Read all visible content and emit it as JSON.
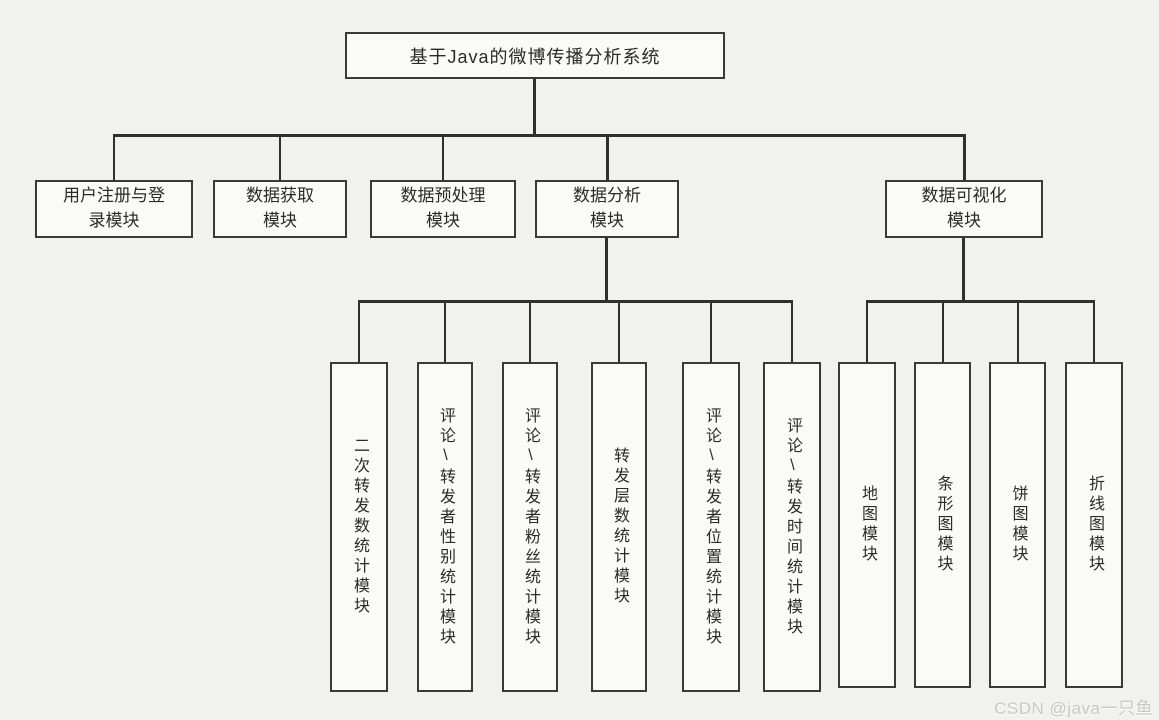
{
  "diagram": {
    "root": {
      "label": "基于Java的微博传播分析系统"
    },
    "level2": [
      {
        "label": "用户注册与登录模块"
      },
      {
        "label": "数据获取模块"
      },
      {
        "label": "数据预处理模块"
      },
      {
        "label": "数据分析模块"
      },
      {
        "label": "数据可视化模块"
      }
    ],
    "analysis_children": [
      {
        "label": "二次转发数统计模块"
      },
      {
        "label": "评论\\转发者性别统计模块"
      },
      {
        "label": "评论\\转发者粉丝统计模块"
      },
      {
        "label": "转发层数统计模块"
      },
      {
        "label": "评论\\转发者位置统计模块"
      },
      {
        "label": "评论\\转发时间统计模块"
      }
    ],
    "visualization_children": [
      {
        "label": "地图模块"
      },
      {
        "label": "条形图模块"
      },
      {
        "label": "饼图模块"
      },
      {
        "label": "折线图模块"
      }
    ]
  },
  "watermark": "CSDN @java一只鱼",
  "colors": {
    "line": "#2f2f2f",
    "box_border": "#3a3a3a",
    "box_fill": "#fafaf9",
    "background": "#f1f1ef",
    "watermark": "#c7c7c5"
  }
}
